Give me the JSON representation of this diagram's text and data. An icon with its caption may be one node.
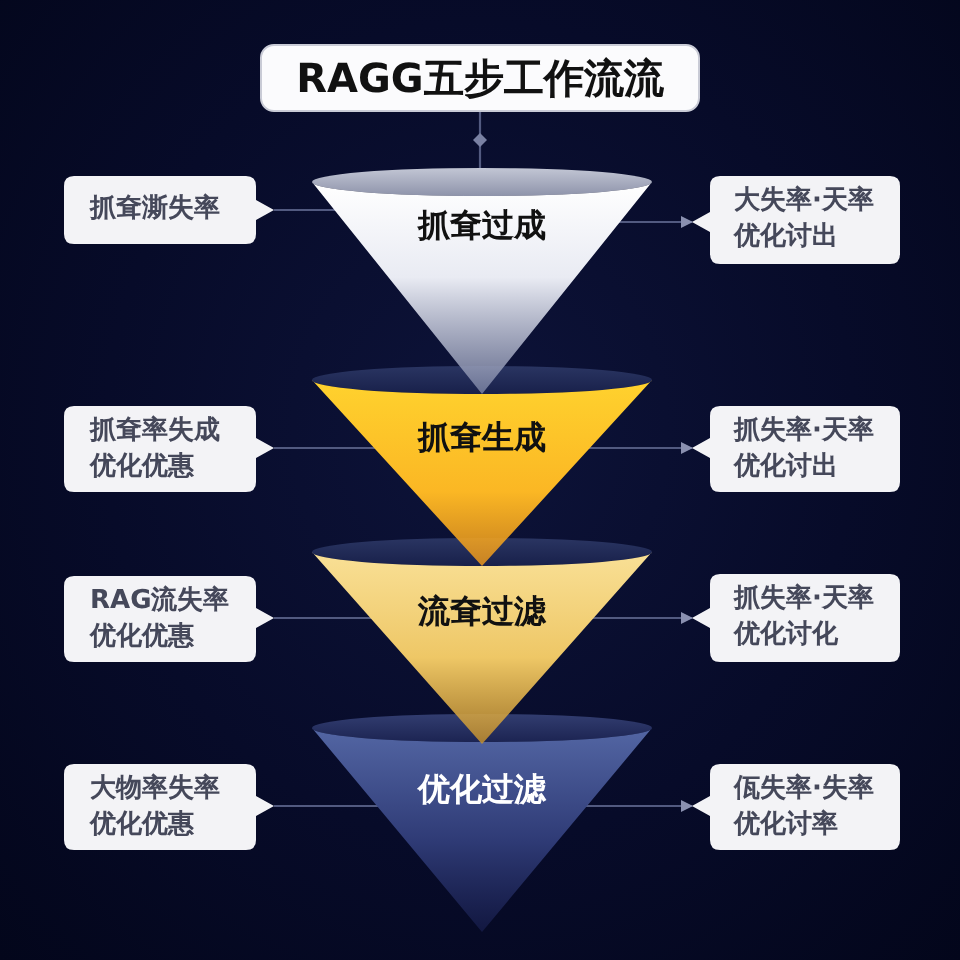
{
  "diagram": {
    "nodes": [
      {
        "text": [
          "RAGG五步工作流流"
        ]
      },
      {
        "text": [
          "抓耷澌失率"
        ]
      },
      {
        "text": [
          "抓耷过成"
        ]
      },
      {
        "text": [
          "大失率·天率优化讨出"
        ]
      },
      {
        "text": [
          "抓耷率失成优化优惠"
        ]
      },
      {
        "text": [
          "抓耷生成"
        ]
      },
      {
        "text": [
          "抓失率·天率优化讨出"
        ]
      },
      {
        "text": [
          "RAG流失率优化优惠"
        ]
      },
      {
        "text": [
          "流耷过滤"
        ]
      },
      {
        "text": [
          "抓失率·天率优化讨化"
        ]
      },
      {
        "text": [
          "大物率失率优化优惠"
        ]
      },
      {
        "text": [
          "优化过滤"
        ]
      },
      {
        "text": [
          "佤失率·失率优化讨率"
        ]
      }
    ],
    "edges": [
      {
        "from": 0,
        "to": 2,
        "arrow": "none"
      },
      {
        "from": 1,
        "to": 2,
        "arrow": "none"
      },
      {
        "from": 2,
        "to": 3,
        "arrow": "to"
      },
      {
        "from": 4,
        "to": 5,
        "arrow": "none"
      },
      {
        "from": 5,
        "to": 6,
        "arrow": "to"
      },
      {
        "from": 7,
        "to": 8,
        "arrow": "none"
      },
      {
        "from": 8,
        "to": 9,
        "arrow": "to"
      },
      {
        "from": 10,
        "to": 11,
        "arrow": "none"
      },
      {
        "from": 11,
        "to": 12,
        "arrow": "to"
      }
    ]
  }
}
